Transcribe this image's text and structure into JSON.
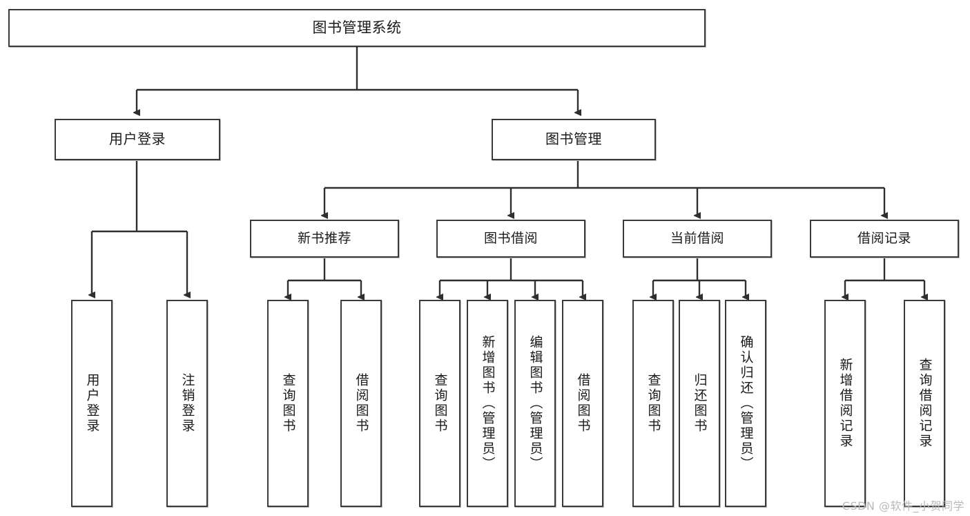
{
  "diagram": {
    "title": "图书管理系统",
    "watermark": "CSDN @软件_小贺同学",
    "stroke_color": "#3a3a3a",
    "fill_color": "#ffffff",
    "text_color": "#1a1a1a",
    "type": "tree-hierarchy",
    "root": {
      "label": "图书管理系统"
    },
    "level1": [
      {
        "label": "用户登录"
      },
      {
        "label": "图书管理"
      }
    ],
    "level2": [
      {
        "label": "新书推荐"
      },
      {
        "label": "图书借阅"
      },
      {
        "label": "当前借阅"
      },
      {
        "label": "借阅记录"
      }
    ],
    "leaves": {
      "user_login": [
        {
          "label": "用户登录"
        },
        {
          "label": "注销登录"
        }
      ],
      "new_book_recommend": [
        {
          "label": "查询图书"
        },
        {
          "label": "借阅图书"
        }
      ],
      "book_borrow": [
        {
          "label": "查询图书"
        },
        {
          "label": "新增图书（管理员）"
        },
        {
          "label": "编辑图书（管理员）"
        },
        {
          "label": "借阅图书"
        }
      ],
      "current_borrow": [
        {
          "label": "查询图书"
        },
        {
          "label": "归还图书"
        },
        {
          "label": "确认归还（管理员）"
        }
      ],
      "borrow_records": [
        {
          "label": "新增借阅记录"
        },
        {
          "label": "查询借阅记录"
        }
      ]
    }
  }
}
